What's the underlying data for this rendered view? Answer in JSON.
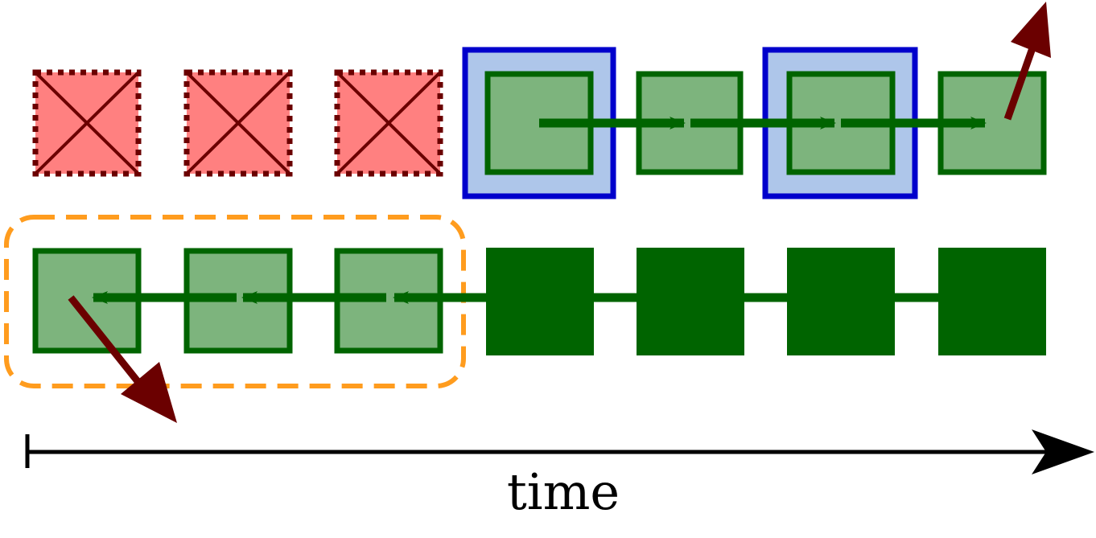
{
  "diagram": {
    "axis_label": "time",
    "colors": {
      "discarded_fill": "#ff8080",
      "discarded_stroke": "#6b0000",
      "active_fill": "#7db47d",
      "active_stroke": "#006400",
      "solid_fill": "#006400",
      "highlight_fill": "#aec6ea",
      "highlight_stroke": "#0000cc",
      "group_outline": "#ff9c1e",
      "output_arrow": "#6b0000",
      "axis": "#000000"
    },
    "top_row": {
      "discarded_count": 3,
      "active_count": 4,
      "highlighted_indices": [
        0,
        2
      ]
    },
    "bottom_row": {
      "active_count": 3,
      "solid_count": 4
    }
  }
}
